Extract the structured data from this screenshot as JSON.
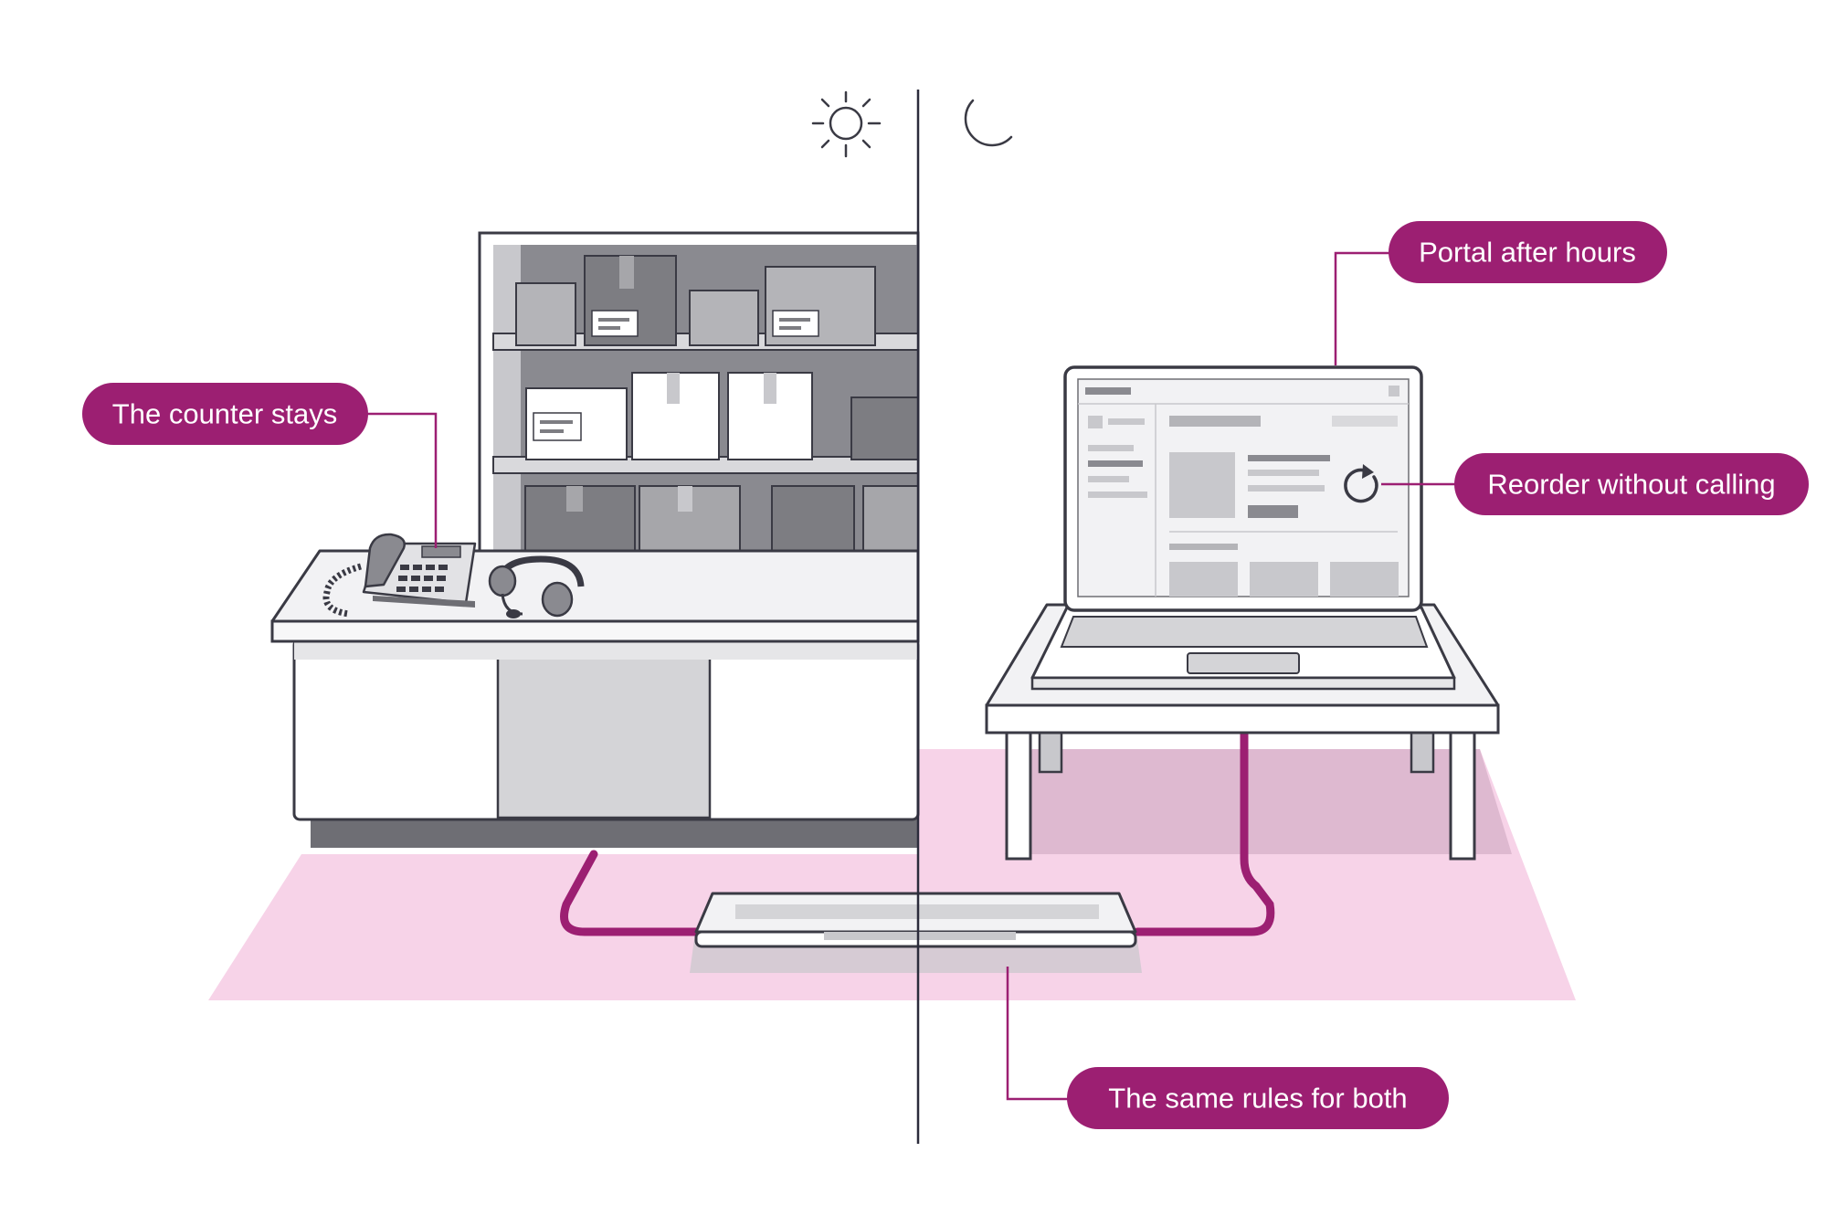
{
  "labels": {
    "counter": "The counter stays",
    "portal": "Portal after hours",
    "reorder": "Reorder without calling",
    "rules": "The same rules for both"
  },
  "icons": {
    "day": "sun-icon",
    "night": "moon-icon",
    "reorder": "refresh-icon"
  },
  "colors": {
    "accent": "#9c1f72",
    "floor": "#f7d3e8",
    "outline": "#3a3a44",
    "divider": "#2c2c3c"
  }
}
